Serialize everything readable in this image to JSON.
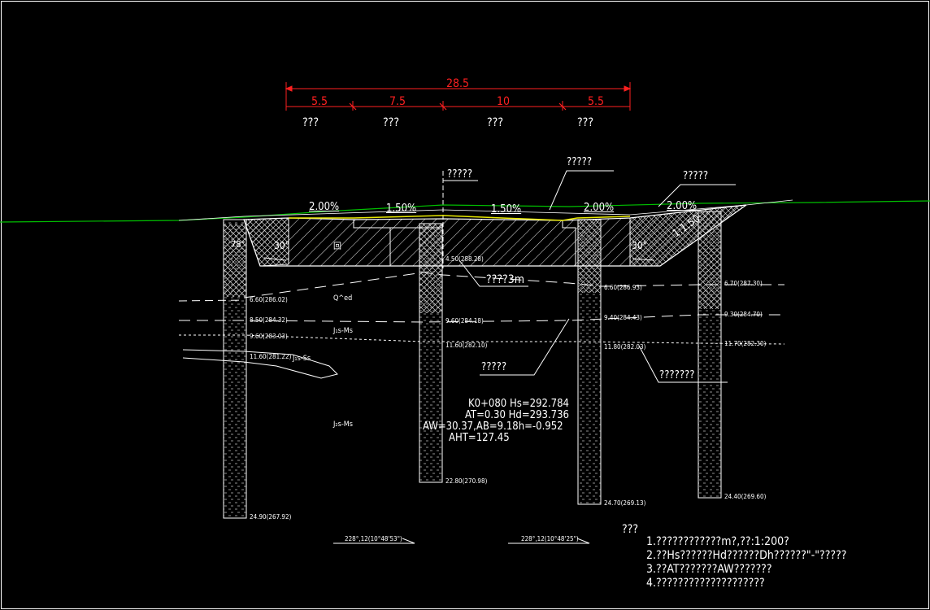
{
  "dimensions": {
    "total": "28.5",
    "segments": [
      "5.5",
      "7.5",
      "10",
      "5.5"
    ],
    "segment_labels": [
      "???",
      "???",
      "???",
      "???"
    ]
  },
  "callouts": {
    "centerline": "?????",
    "top_middle": "?????",
    "top_right": "?????",
    "depth_note": "????3m",
    "bottom_middle": "?????",
    "bottom_right": "???????"
  },
  "slopes": {
    "left_outer": "2.00%",
    "left_inner": "1.50%",
    "right_inner": "1.50%",
    "right_mid": "2.00%",
    "right_outer": "2.00%",
    "side_ratio": "1:1.50",
    "left_angle": "30°",
    "right_angle": "30°",
    "left_small": "78°"
  },
  "boreholes": {
    "left": [
      "6.60(286.02)",
      "8.50(284.32)",
      "9.60(283.03)",
      "11.60(281.22)",
      "24.90(267.92)"
    ],
    "center": [
      "4.50(288.28)",
      "9.60(284.18)",
      "11.60(282.10)",
      "22.80(270.98)"
    ],
    "right_center": [
      "6.60(286.93)",
      "9.40(284.43)",
      "11.80(282.03)",
      "24.70(269.13)"
    ],
    "right": [
      "6.70(287.30)",
      "9.30(284.70)",
      "11.70(282.30)",
      "24.40(269.60)"
    ]
  },
  "strata": {
    "qed": "Q^ed",
    "j1s_ms": "J₁s-Ms",
    "j1s_ss": "J₁s-Ss",
    "j2s_ms": "J₂s-Ms",
    "soil_mark": "回"
  },
  "bearings": [
    "228°,12(10°48'53\")",
    "228°,12(10°48'25\")"
  ],
  "section_info": {
    "line1": "K0+080  Hs=292.784",
    "line2": "AT=0.30  Hd=293.736",
    "line3": "AW=30.37,AB=9.18h=-0.952",
    "line4": "AHT=127.45"
  },
  "notes": {
    "title": "???",
    "items": [
      "1.????????????m?,??:1:200?",
      "2.??Hs??????Hd??????Dh??????\"-\"?????",
      "3.??AT???????AW???????",
      "4.????????????????????"
    ]
  },
  "colors": {
    "background": "#000000",
    "ground_line": "#00c000",
    "dimension": "#ff2020",
    "pavement": "#e8e800",
    "drawing": "#ffffff"
  }
}
